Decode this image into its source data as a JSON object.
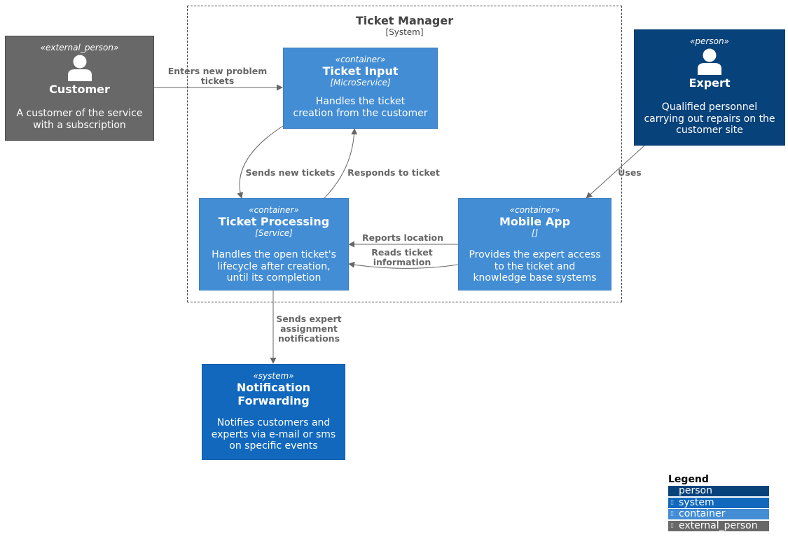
{
  "boundary": {
    "title": "Ticket Manager",
    "type": "[System]"
  },
  "nodes": {
    "customer": {
      "stereotype": "«external_person»",
      "title": "Customer",
      "description": "A customer of the service\nwith a subscription",
      "color": "#686868"
    },
    "ticket_input": {
      "stereotype": "«container»",
      "title": "Ticket Input",
      "technology": "[MicroService]",
      "description": "Handles the ticket\ncreation from the customer",
      "color": "#438DD5"
    },
    "expert": {
      "stereotype": "«person»",
      "title": "Expert",
      "description": "Qualified personnel\ncarrying out repairs on the\ncustomer site",
      "color": "#08427B"
    },
    "ticket_processing": {
      "stereotype": "«container»",
      "title": "Ticket Processing",
      "technology": "[Service]",
      "description": "Handles the open ticket's\nlifecycle after creation,\nuntil its completion",
      "color": "#438DD5"
    },
    "mobile_app": {
      "stereotype": "«container»",
      "title": "Mobile App",
      "technology": "[]",
      "description": "Provides the expert access\nto the ticket and\nknowledge base systems",
      "color": "#438DD5"
    },
    "notification": {
      "stereotype": "«system»",
      "title": "Notification\nForwarding",
      "description": "Notifies customers and\nexperts via e-mail or sms\non specific events",
      "color": "#1168BD"
    }
  },
  "edges": {
    "enters": "Enters new problem\ntickets",
    "sends_new": "Sends new tickets",
    "responds": "Responds to ticket",
    "uses": "Uses",
    "reports": "Reports location",
    "reads": "Reads ticket\ninformation",
    "sends_expert": "Sends expert\nassignment\nnotifications"
  },
  "legend": {
    "title": "Legend",
    "items": [
      {
        "label": "person",
        "color": "#08427B"
      },
      {
        "label": "system",
        "color": "#1168BD"
      },
      {
        "label": "container",
        "color": "#438DD5"
      },
      {
        "label": "external_person",
        "color": "#686868"
      }
    ]
  }
}
